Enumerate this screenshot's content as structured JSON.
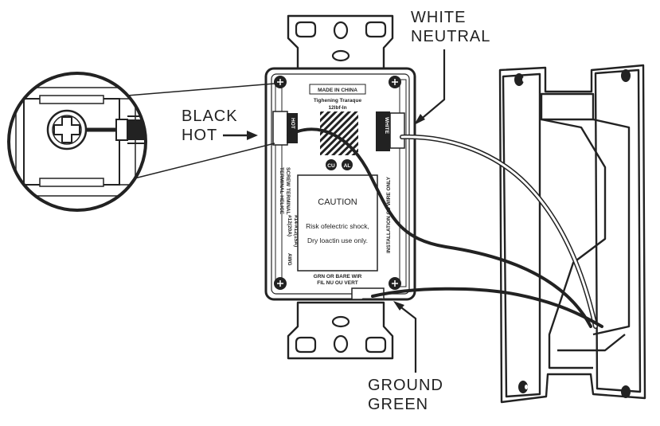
{
  "labels": {
    "white_neutral": [
      "WHITE",
      "NEUTRAL"
    ],
    "black_hot": [
      "BLACK",
      "HOT"
    ],
    "ground_green": [
      "GROUND",
      "GREEN"
    ]
  },
  "device": {
    "made_in": "MADE IN CHINA",
    "torque": [
      "Tighening Traraque",
      "12lbf-In"
    ],
    "white_tag": "WHITE",
    "hot_tag": "HOT",
    "cu_al": [
      "CU",
      "AL"
    ],
    "caution_title": "CAUTION",
    "caution_lines": [
      "Risk ofelectric shock,",
      "Dry loactin use only."
    ],
    "ground_text": [
      "GRN OR BARE WIR",
      "FIL NU OU VERT"
    ],
    "left_side": [
      "SCREW TERMINAL",
      "TERMINAL HELICE"
    ],
    "left_gauge": [
      "#14-#12(15A)",
      "#12(20A)",
      "AWG"
    ],
    "right_side": "INSTALLATION CU WIRE ONLY"
  },
  "colors": {
    "line": "#222222",
    "background": "#ffffff"
  }
}
